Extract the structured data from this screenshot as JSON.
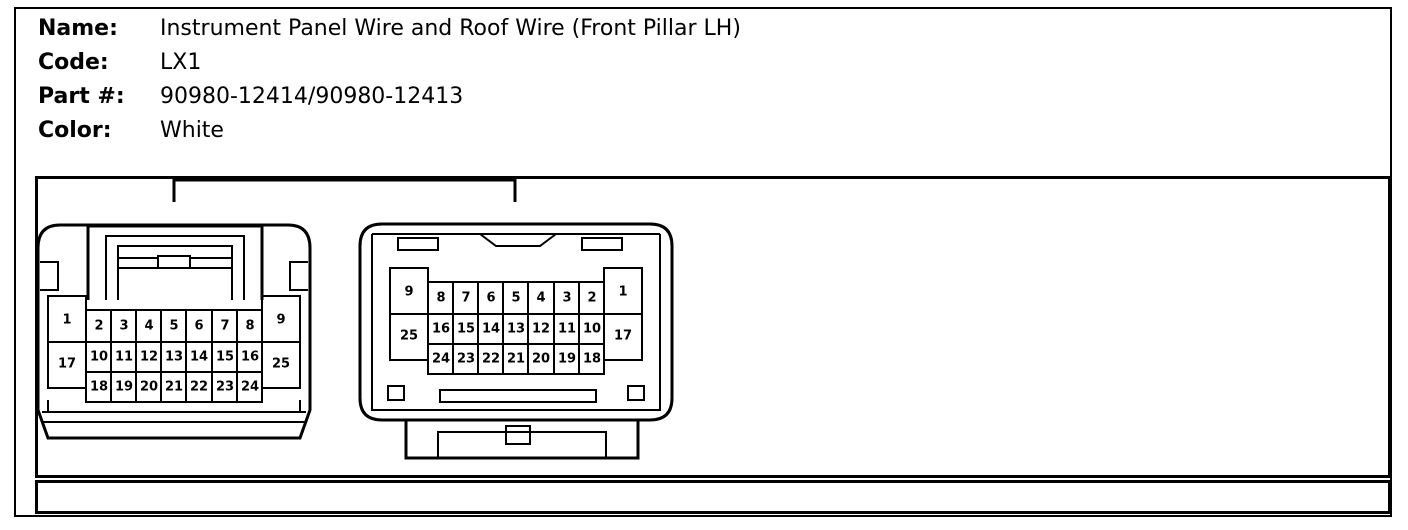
{
  "info": {
    "name_label": "Name:",
    "name_value": "Instrument Panel Wire and Roof Wire (Front Pillar LH)",
    "code_label": "Code:",
    "code_value": "LX1",
    "part_label": "Part #:",
    "part_value": "90980-12414/90980-12413",
    "color_label": "Color:",
    "color_value": "White"
  },
  "left_connector": {
    "top_row": [
      "1",
      "2",
      "3",
      "4",
      "5",
      "6",
      "7",
      "8",
      "9"
    ],
    "mid_row": [
      "17",
      "10",
      "11",
      "12",
      "13",
      "14",
      "15",
      "16",
      "25"
    ],
    "bottom_row": [
      "18",
      "19",
      "20",
      "21",
      "22",
      "23",
      "24"
    ]
  },
  "right_connector": {
    "top_row": [
      "9",
      "8",
      "7",
      "6",
      "5",
      "4",
      "3",
      "2",
      "1"
    ],
    "mid_row": [
      "25",
      "16",
      "15",
      "14",
      "13",
      "12",
      "11",
      "10",
      "17"
    ],
    "bottom_row": [
      "24",
      "23",
      "22",
      "21",
      "20",
      "19",
      "18"
    ]
  }
}
